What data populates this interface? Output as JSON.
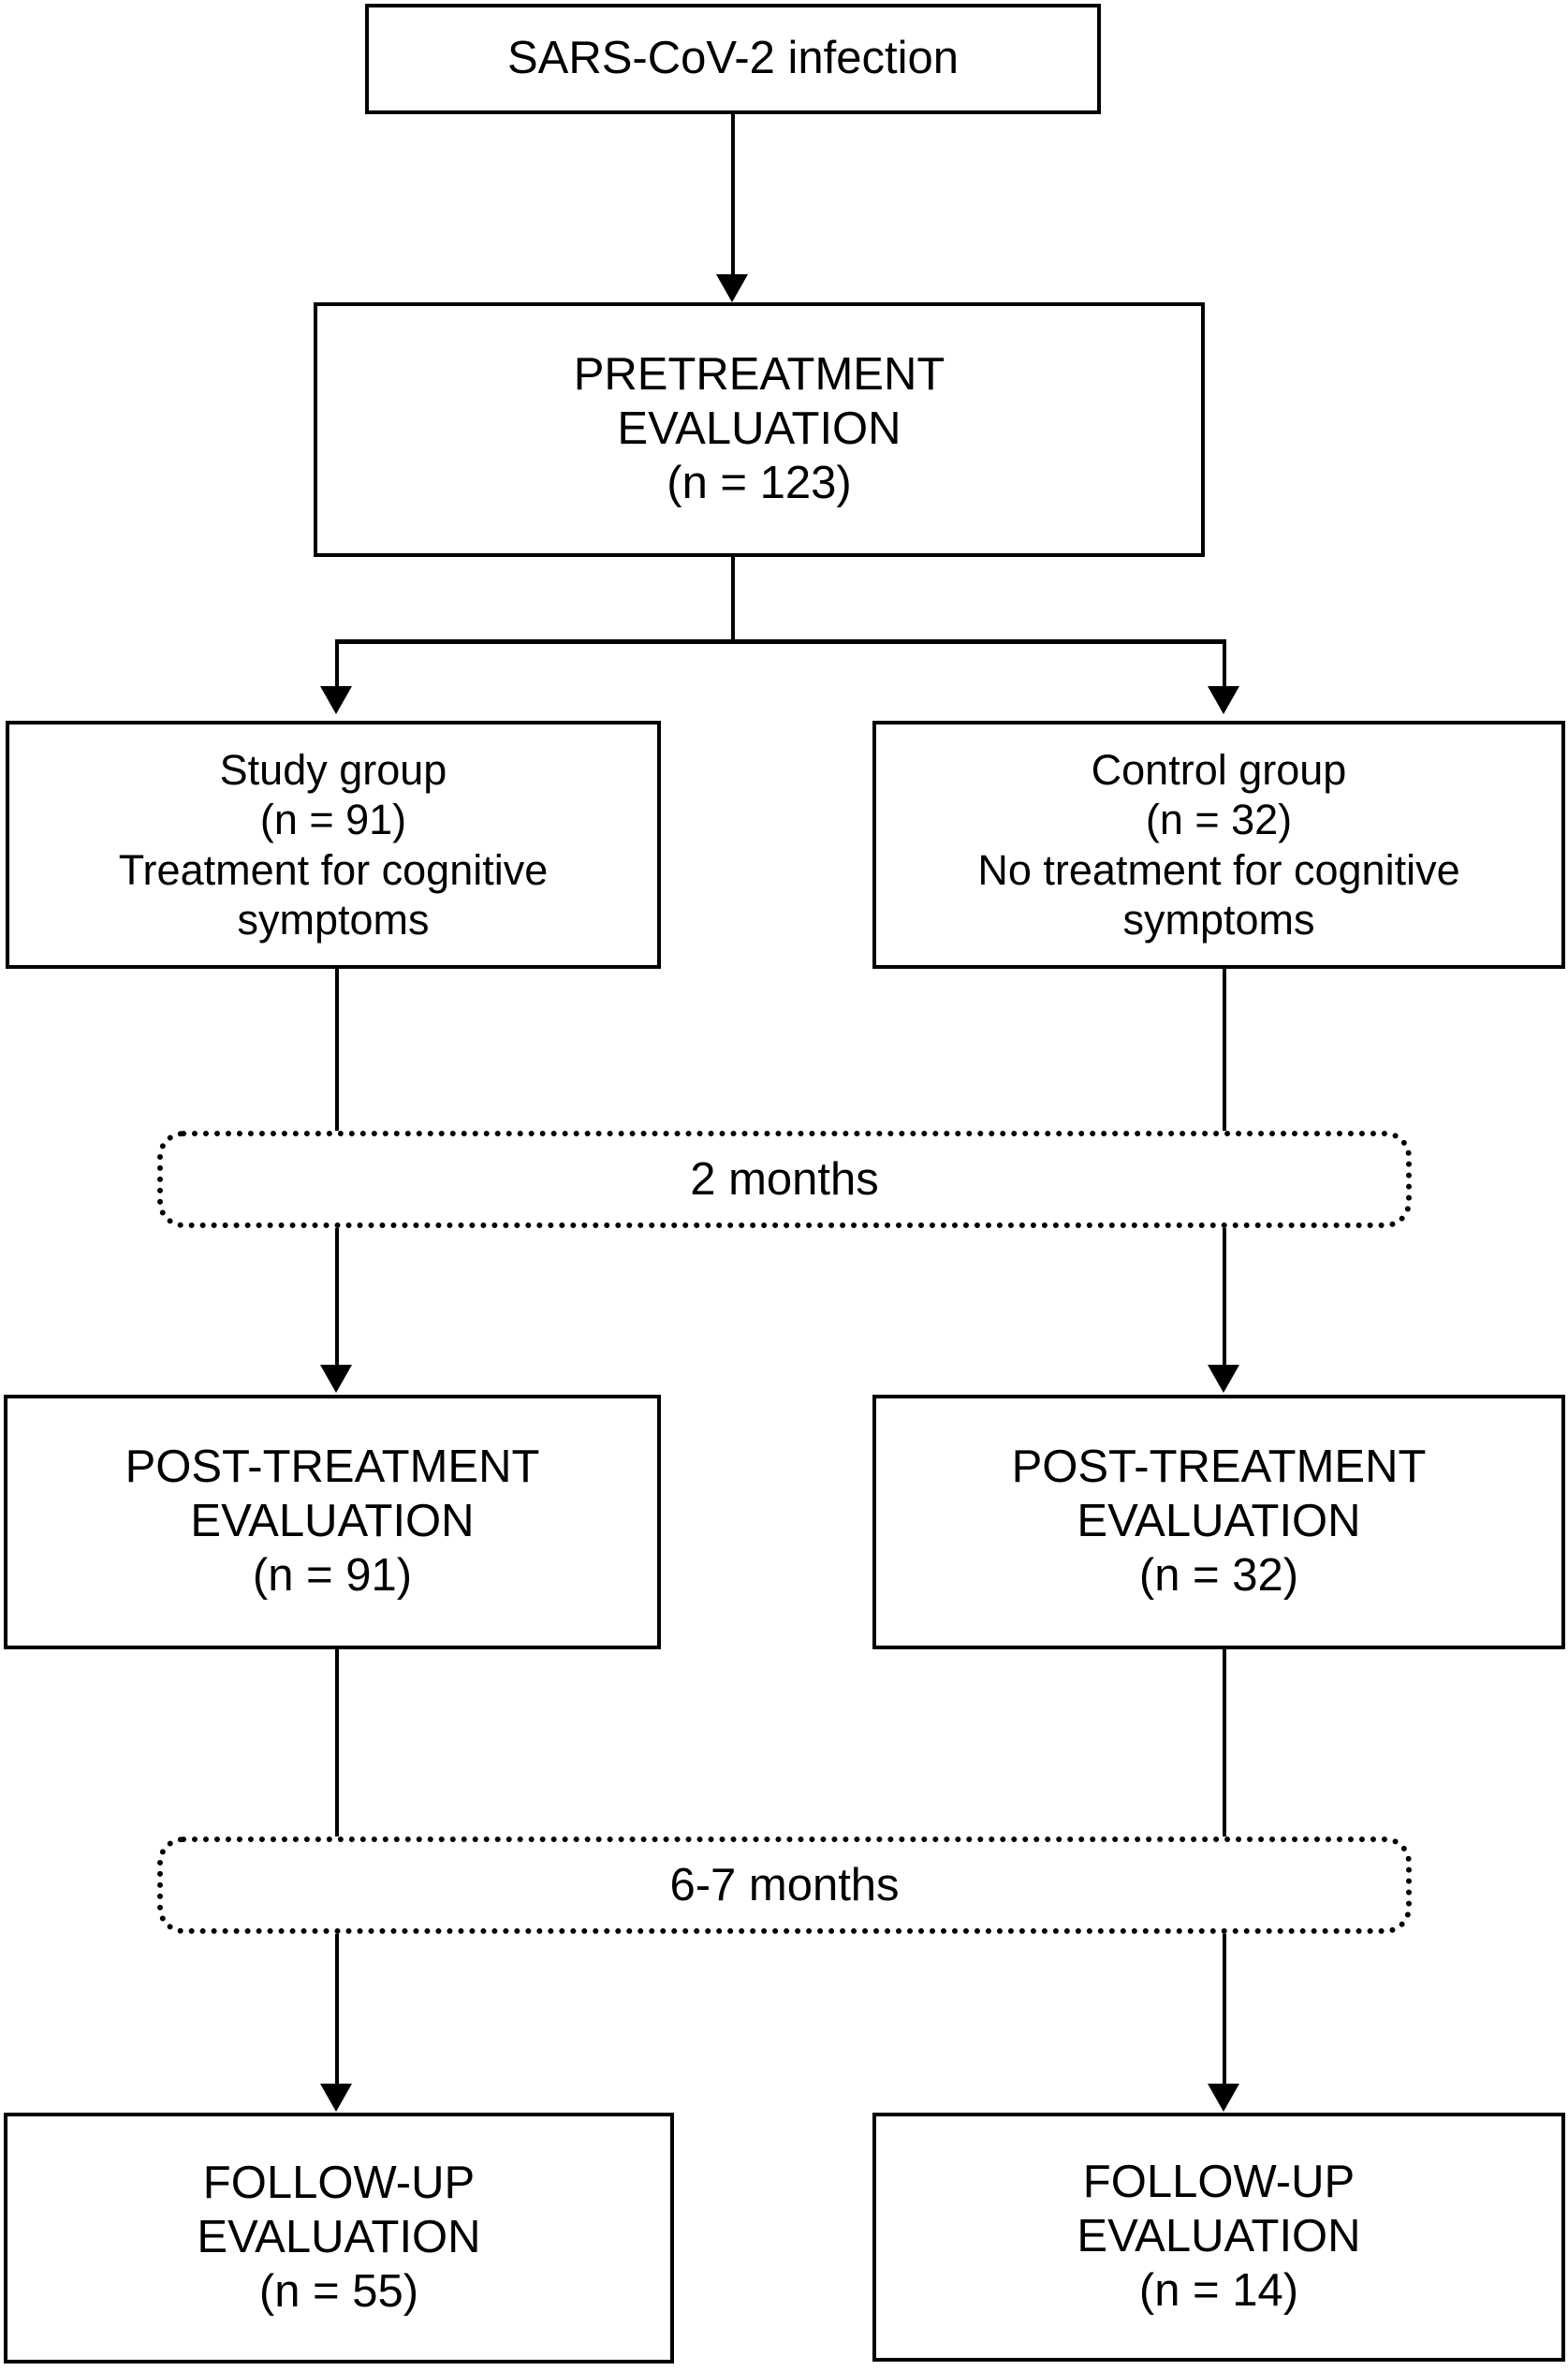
{
  "diagram": {
    "type": "study-flow-chart",
    "nodes": {
      "infection": {
        "lines": [
          "SARS-CoV-2 infection"
        ]
      },
      "pretreatment": {
        "lines": [
          "PRETREATMENT",
          "EVALUATION",
          "(n = 123)"
        ]
      },
      "study_group": {
        "lines": [
          "Study group",
          "(n = 91)",
          "Treatment for cognitive",
          "symptoms"
        ]
      },
      "control_group": {
        "lines": [
          "Control group",
          "(n = 32)",
          "No treatment for cognitive",
          "symptoms"
        ]
      },
      "post_treatment_left": {
        "lines": [
          "POST-TREATMENT",
          "EVALUATION",
          "(n = 91)"
        ]
      },
      "post_treatment_right": {
        "lines": [
          "POST-TREATMENT",
          "EVALUATION",
          "(n = 32)"
        ]
      },
      "follow_up_left": {
        "lines": [
          "FOLLOW-UP",
          "EVALUATION",
          "(n = 55)"
        ]
      },
      "follow_up_right": {
        "lines": [
          "FOLLOW-UP",
          "EVALUATION",
          "(n = 14)"
        ]
      }
    },
    "time_intervals": {
      "first": "2 months",
      "second": "6-7 months"
    },
    "colors": {
      "stroke": "#000000",
      "fill": "#ffffff",
      "text": "#000000"
    }
  }
}
